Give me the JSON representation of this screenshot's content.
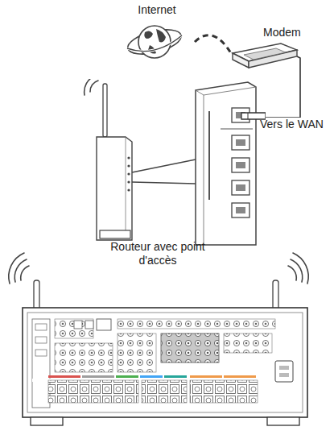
{
  "diagram": {
    "nodes": [
      {
        "text": [
          "Internet"
        ]
      },
      {
        "text": [
          "Modem"
        ]
      },
      {
        "text": [
          "Routeur avec point d'accès"
        ]
      }
    ],
    "edges": [
      {
        "from": 0,
        "to": 1,
        "arrow": "none"
      },
      {
        "from": 1,
        "to": 2,
        "arrow": "none"
      }
    ],
    "labels": [
      "Vers le WAN"
    ]
  }
}
